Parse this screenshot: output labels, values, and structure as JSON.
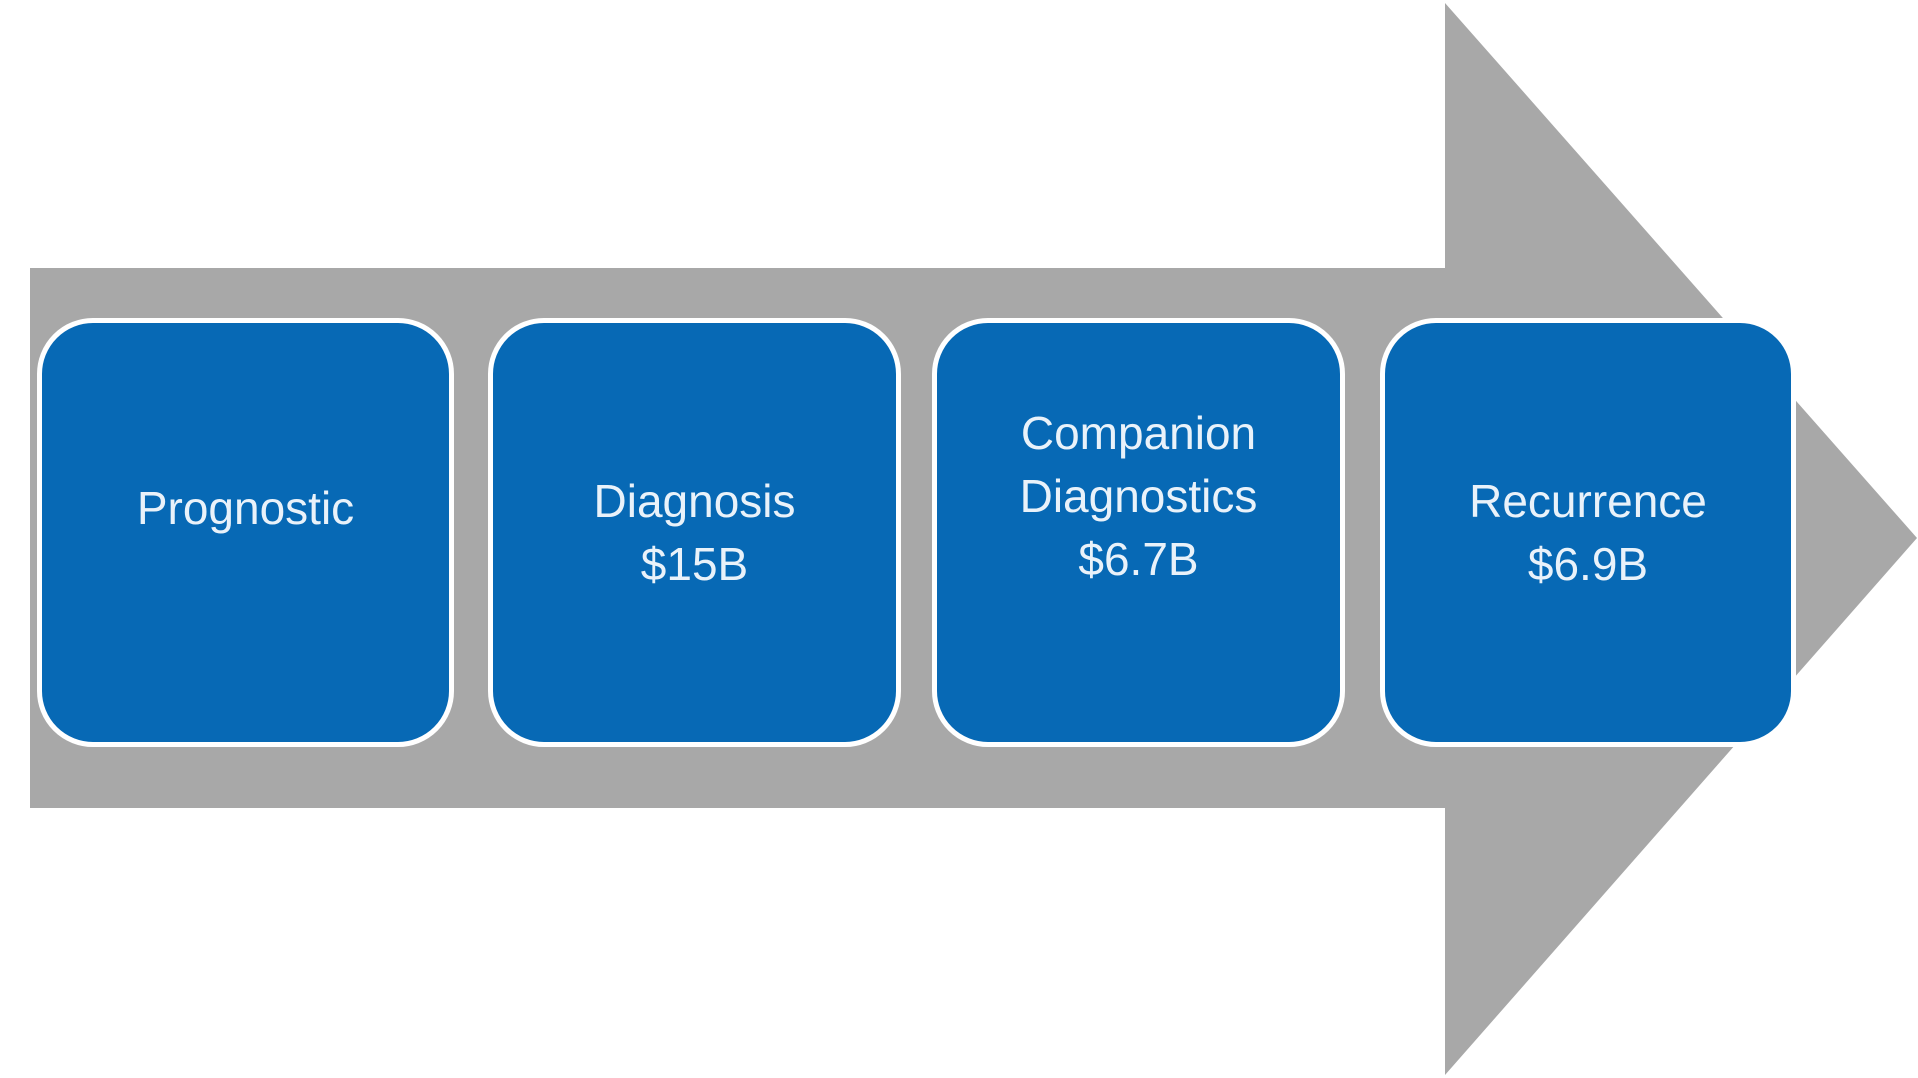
{
  "diagram": {
    "type": "process-arrow",
    "direction": "right",
    "title": "",
    "stages": [
      {
        "name": "prognostic",
        "label": "Prognostic",
        "value": "",
        "lines": [
          "Prognostic"
        ]
      },
      {
        "name": "diagnosis",
        "label": "Diagnosis",
        "value": "$15B",
        "lines": [
          "Diagnosis",
          "$15B"
        ]
      },
      {
        "name": "companion-diagnostics",
        "label": "Companion Diagnostics",
        "value": "$6.7B",
        "lines": [
          "Companion",
          "Diagnostics",
          "$6.7B"
        ]
      },
      {
        "name": "recurrence",
        "label": "Recurrence",
        "value": "$6.9B",
        "lines": [
          "Recurrence",
          "$6.9B"
        ]
      }
    ],
    "colors": {
      "background": "#ffffff",
      "arrow": "#a8a8a8",
      "box_fill": "#0769b5",
      "box_border": "#ffffff",
      "text": "#e9f2fa"
    }
  }
}
